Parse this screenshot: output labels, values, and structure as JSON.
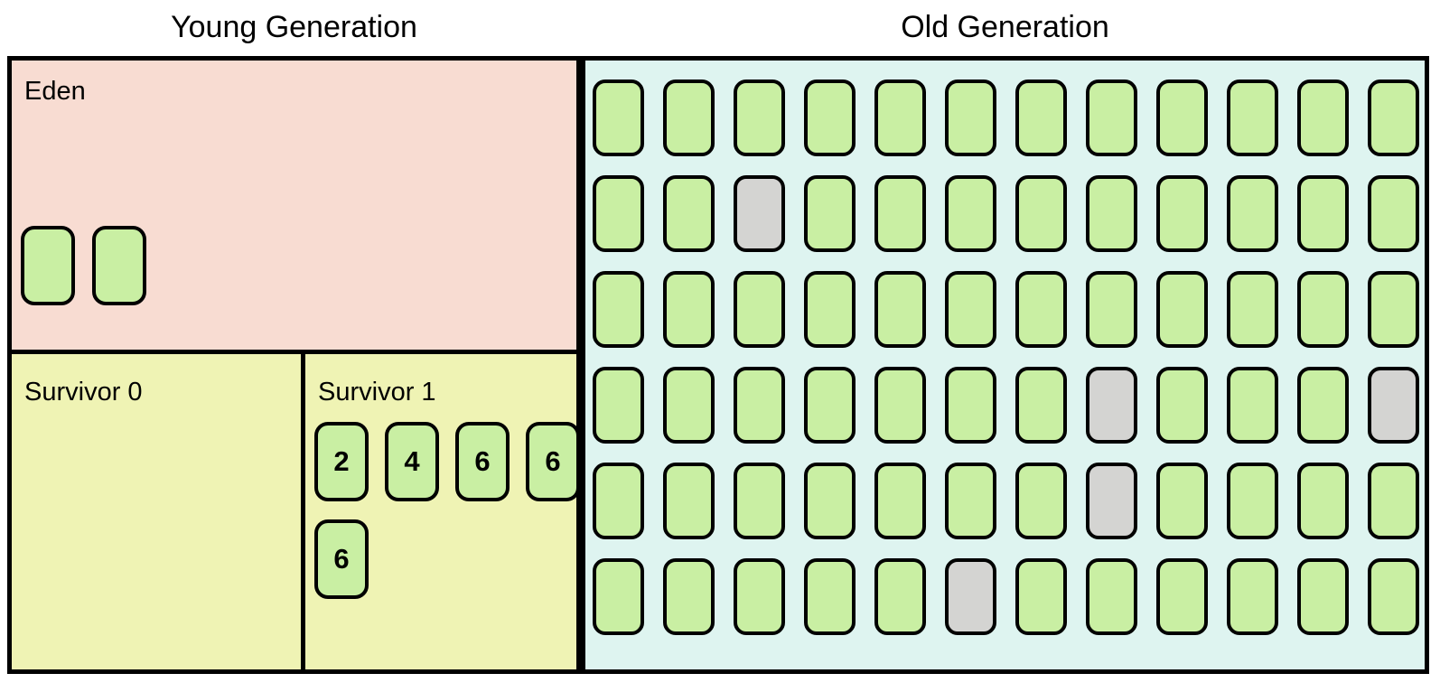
{
  "titles": {
    "young": "Young Generation",
    "old": "Old Generation"
  },
  "young_generation": {
    "eden": {
      "label": "Eden",
      "block_labels": [
        "",
        ""
      ]
    },
    "survivor0": {
      "label": "Survivor 0",
      "block_labels": []
    },
    "survivor1": {
      "label": "Survivor 1",
      "block_labels": [
        "2",
        "4",
        "6",
        "6",
        "6"
      ]
    }
  },
  "old_generation": {
    "grid": {
      "rows": 6,
      "cols": 12,
      "legend": {
        "G": "live-object",
        "X": "garbage-object"
      },
      "rows_pattern": [
        "GGGGGGGGGGGG",
        "GGXGGGGGGGGG",
        "GGGGGGGGGGGG",
        "GGGGGGGXGGGX",
        "GGGGGGGXGGGG",
        "GGGGGXGGGGGG"
      ]
    }
  },
  "colors": {
    "eden-bg": "#f8dcd2",
    "survivor-bg": "#eff3b4",
    "old-bg": "#def4f0",
    "live": "#c9efa3",
    "garbage": "#d4d4d2",
    "line": "#000000",
    "page-bg": "#ffffff"
  }
}
